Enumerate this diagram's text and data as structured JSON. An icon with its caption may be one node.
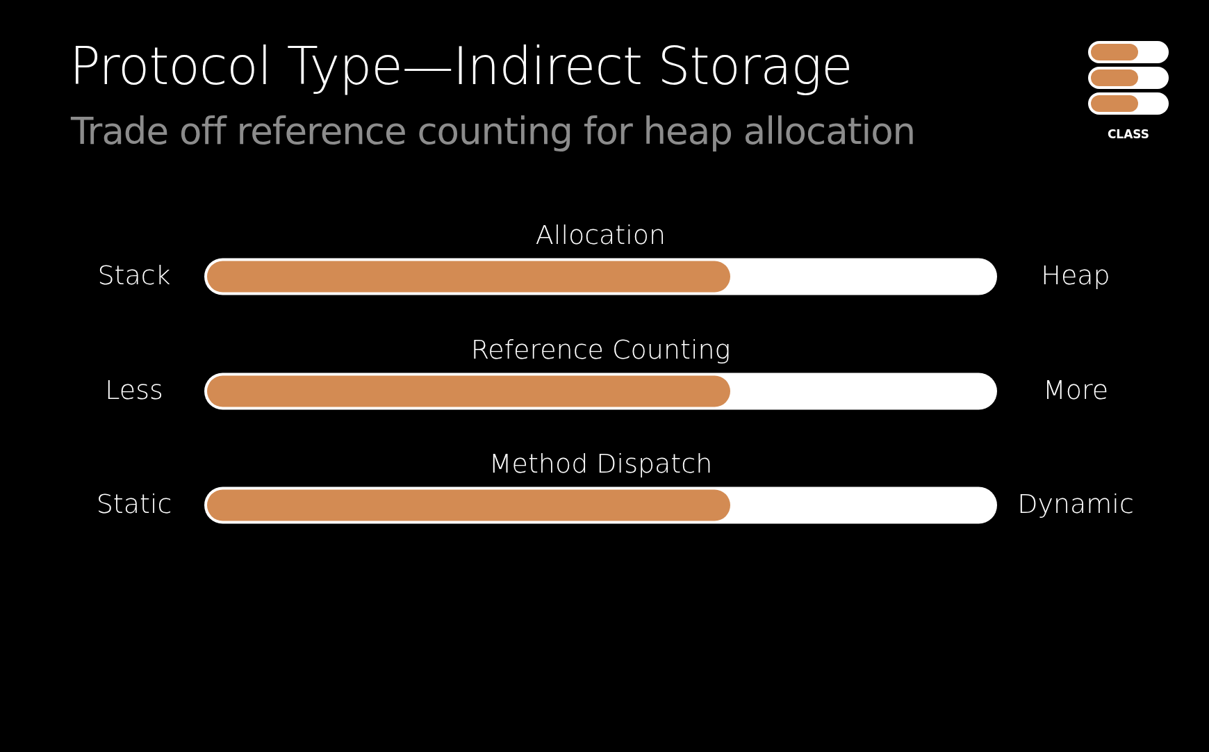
{
  "diagram": {
    "title": "Protocol Type—Indirect Storage",
    "caption": "Trade off reference counting for heap allocation",
    "nodes": [
      {
        "text": [
          "Allocation"
        ],
        "beside": [
          "Stack",
          "Heap"
        ]
      },
      {
        "text": [
          "Reference Counting"
        ],
        "beside": [
          "Less",
          "More"
        ]
      },
      {
        "text": [
          "Method Dispatch"
        ],
        "beside": [
          "Static",
          "Dynamic"
        ]
      }
    ],
    "labels": [
      "CLASS"
    ]
  }
}
